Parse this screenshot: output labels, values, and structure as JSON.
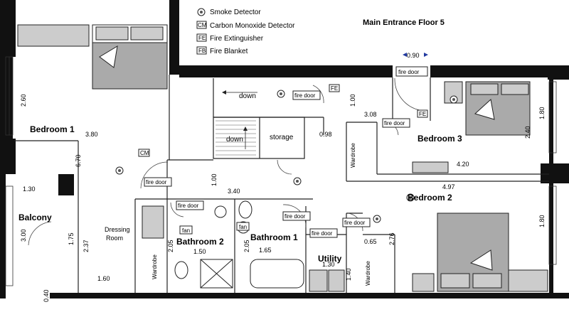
{
  "legend": {
    "items": [
      {
        "symbol": "smoke-detector",
        "label": "Smoke Detector"
      },
      {
        "symbol": "CM",
        "label": "Carbon Monoxide Detector"
      },
      {
        "symbol": "FE",
        "label": "Fire Extinguisher"
      },
      {
        "symbol": "FB",
        "label": "Fire Blanket"
      }
    ]
  },
  "entrance": {
    "label": "Main Entrance Floor 5",
    "width": "0.90",
    "door": "fire door"
  },
  "rooms": {
    "bedroom1": "Bedroom 1",
    "bedroom2": "Bedroom 2",
    "bedroom3": "Bedroom 3",
    "bathroom1": "Bathroom 1",
    "bathroom2": "Bathroom 2",
    "balcony": "Balcony",
    "utility": "Utility",
    "dressing1": "Dressing",
    "dressing2": "Room",
    "storage": "storage",
    "down1": "down",
    "down2": "down"
  },
  "tags": {
    "fire_door": "fire door",
    "fan": "fan",
    "wardrobe": "Wardrobe",
    "cm": "CM",
    "fe": "FE"
  },
  "dimensions": {
    "d_2_60": "2.60",
    "d_3_80": "3.80",
    "d_6_70": "6.70",
    "d_1_30a": "1.30",
    "d_3_00": "3.00",
    "d_1_75": "1.75",
    "d_2_37": "2.37",
    "d_1_60": "1.60",
    "d_0_40": "0.40",
    "d_1_00a": "1.00",
    "d_3_40": "3.40",
    "d_2_05a": "2.05",
    "d_1_50": "1.50",
    "d_2_05b": "2.05",
    "d_1_65": "1.65",
    "d_0_98": "0.98",
    "d_1_00b": "1.00",
    "d_3_08": "3.08",
    "d_1_80a": "1.80",
    "d_2_40": "2.40",
    "d_4_20": "4.20",
    "d_4_97": "4.97",
    "d_2_76": "2.76",
    "d_0_65": "0.65",
    "d_1_30b": "1.30",
    "d_1_40": "1.40",
    "d_1_80b": "1.80"
  }
}
